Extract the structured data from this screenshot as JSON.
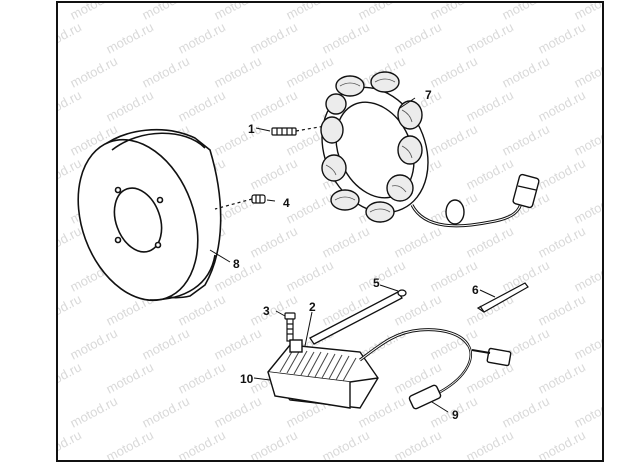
{
  "watermark": {
    "text": "motod.ru"
  },
  "callouts": [
    {
      "id": "1",
      "label": "1"
    },
    {
      "id": "2",
      "label": "2"
    },
    {
      "id": "3",
      "label": "3"
    },
    {
      "id": "4",
      "label": "4"
    },
    {
      "id": "5",
      "label": "5"
    },
    {
      "id": "6",
      "label": "6"
    },
    {
      "id": "7",
      "label": "7"
    },
    {
      "id": "8",
      "label": "8"
    },
    {
      "id": "9",
      "label": "9"
    },
    {
      "id": "10",
      "label": "10"
    }
  ],
  "colors": {
    "line": "#111111",
    "watermark": "#d9d9d9",
    "shade": "#9a9a9a"
  }
}
